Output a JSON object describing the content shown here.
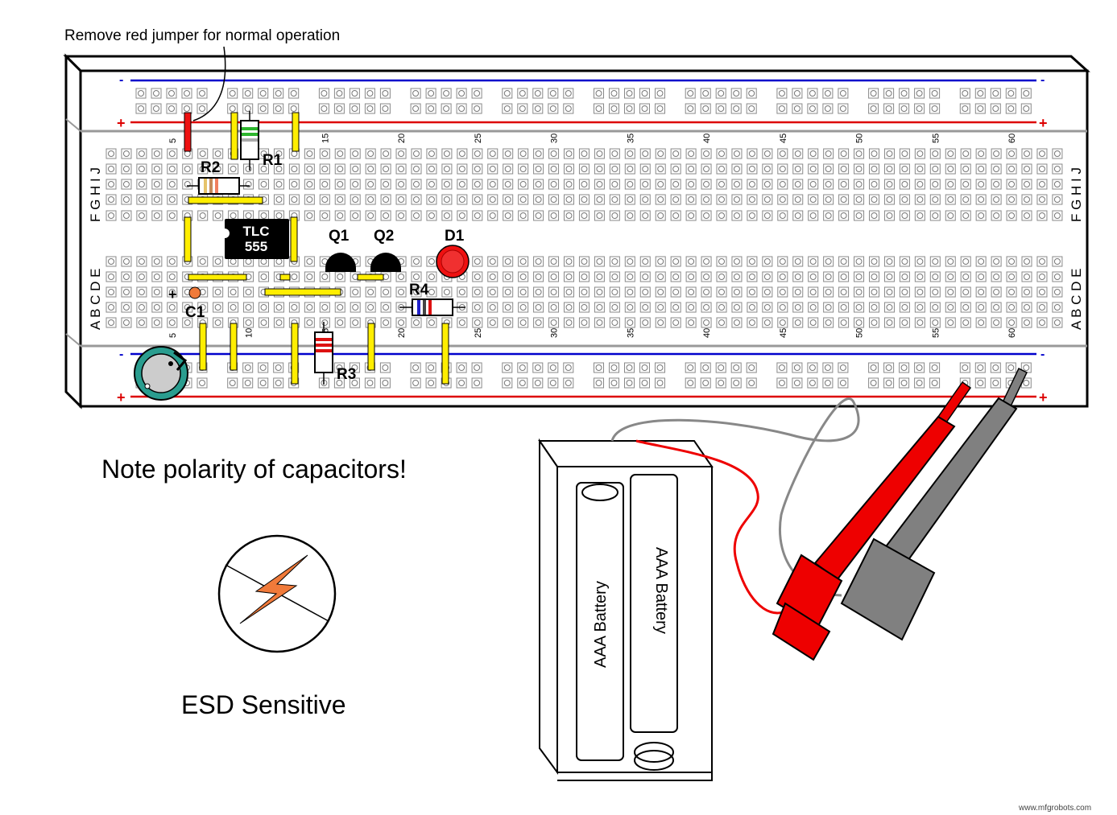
{
  "annotation": "Remove red jumper for normal operation",
  "note": "Note polarity of capacitors!",
  "esd_label": "ESD Sensitive",
  "watermark": "www.mfgrobots.com",
  "breadboard": {
    "row_letters_top": "F G H I J",
    "row_letters_bottom": "A B C D E",
    "column_numbers": [
      "5",
      "10",
      "15",
      "20",
      "25",
      "30",
      "35",
      "40",
      "45",
      "50",
      "55",
      "60"
    ],
    "rail_minus": "-",
    "rail_plus": "+"
  },
  "components": {
    "ic_line1": "TLC",
    "ic_line2": "555",
    "r1": "R1",
    "r2": "R2",
    "r3": "R3",
    "r4": "R4",
    "q1": "Q1",
    "q2": "Q2",
    "d1": "D1",
    "c1": "C1",
    "c1_polarity": "+"
  },
  "battery": {
    "cell_left": "AAA Battery",
    "cell_right": "AAA Battery"
  },
  "colors": {
    "jumper_yellow": "#ffee00",
    "jumper_red": "#ee1111",
    "rail_red": "#dd0000",
    "rail_blue": "#0000cc",
    "esd_bolt": "#f07a3a",
    "cap_teal": "#2a9d8f",
    "probe_red": "#ee0000",
    "probe_gray": "#808080"
  }
}
